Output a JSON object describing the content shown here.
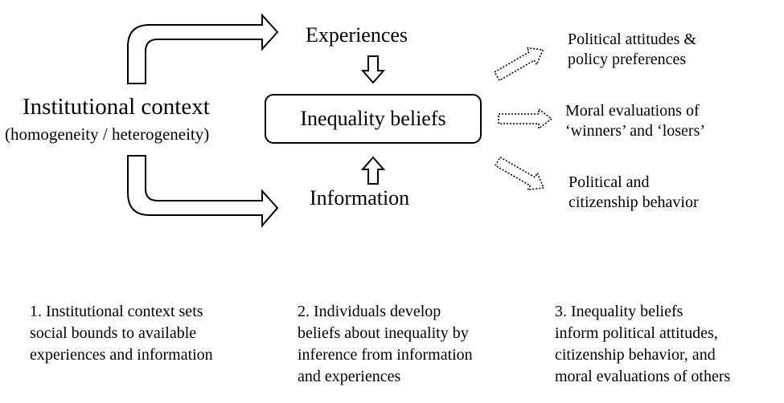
{
  "context": {
    "title": "Institutional context",
    "subtitle": "(homogeneity / heterogeneity)"
  },
  "nodes": {
    "experiences": "Experiences",
    "information": "Information",
    "inequality_beliefs": "Inequality beliefs"
  },
  "outcomes": [
    {
      "lines": [
        "Political attitudes &",
        "policy preferences"
      ]
    },
    {
      "lines": [
        "Moral evaluations of",
        "‘winners’ and ‘losers’"
      ]
    },
    {
      "lines": [
        "Political and",
        "citizenship behavior"
      ]
    }
  ],
  "steps": [
    {
      "lines": [
        "1. Institutional context sets",
        "social bounds to available",
        "experiences and information"
      ]
    },
    {
      "lines": [
        "2. Individuals develop",
        "beliefs about inequality by",
        "inference from information",
        "and experiences"
      ]
    },
    {
      "lines": [
        "3. Inequality beliefs",
        "inform political attitudes,",
        "citizenship behavior, and",
        "moral evaluations of others"
      ]
    }
  ],
  "colors": {
    "stroke": "#000000",
    "background": "#ffffff"
  }
}
